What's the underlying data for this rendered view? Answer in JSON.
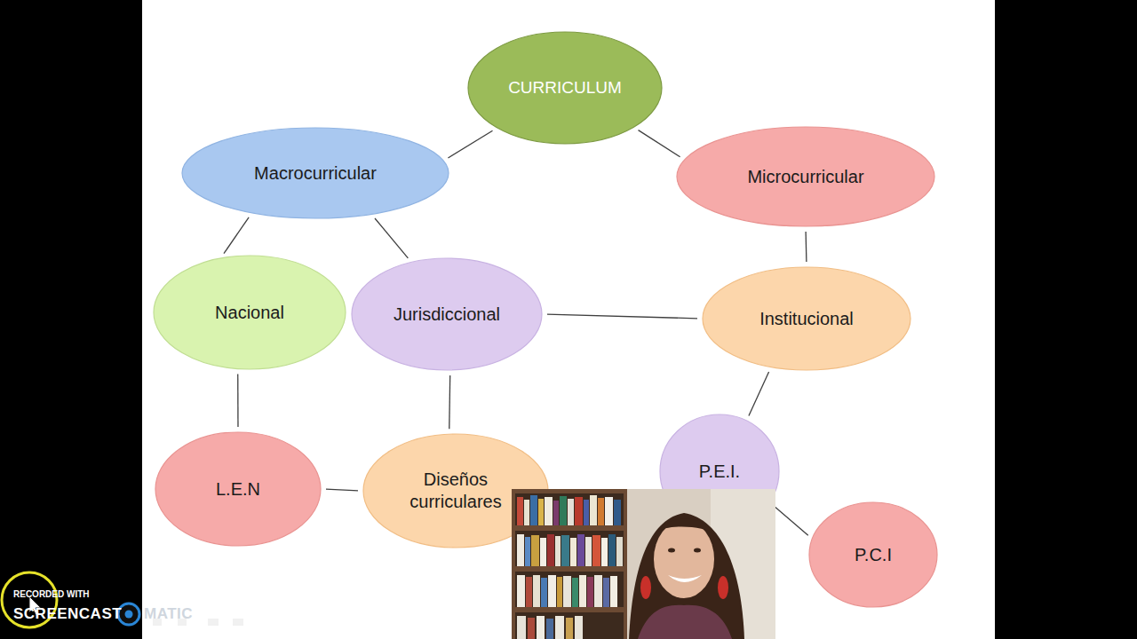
{
  "diagram": {
    "nodes": [
      {
        "text": [
          "CURRICULUM"
        ]
      },
      {
        "text": [
          "Macrocurricular"
        ]
      },
      {
        "text": [
          "Microcurricular"
        ]
      },
      {
        "text": [
          "Nacional"
        ]
      },
      {
        "text": [
          "Jurisdiccional"
        ]
      },
      {
        "text": [
          "Institucional"
        ]
      },
      {
        "text": [
          "L.E.N"
        ]
      },
      {
        "text": [
          "Diseños curriculares"
        ]
      },
      {
        "text": [
          "P.E.I."
        ]
      },
      {
        "text": [
          "P.C.I"
        ]
      }
    ],
    "edges": [
      {
        "from": 0,
        "to": 1,
        "arrow": "none"
      },
      {
        "from": 0,
        "to": 2,
        "arrow": "none"
      },
      {
        "from": 1,
        "to": 3,
        "arrow": "none"
      },
      {
        "from": 1,
        "to": 4,
        "arrow": "none"
      },
      {
        "from": 2,
        "to": 5,
        "arrow": "none"
      },
      {
        "from": 4,
        "to": 5,
        "arrow": "none"
      },
      {
        "from": 3,
        "to": 6,
        "arrow": "none"
      },
      {
        "from": 4,
        "to": 7,
        "arrow": "none"
      },
      {
        "from": 6,
        "to": 7,
        "arrow": "none"
      },
      {
        "from": 5,
        "to": 8,
        "arrow": "none"
      },
      {
        "from": 8,
        "to": 9,
        "arrow": "none"
      }
    ],
    "labels": [
      "RECORDED WITH",
      "SCREENCAST",
      "MATIC"
    ]
  }
}
